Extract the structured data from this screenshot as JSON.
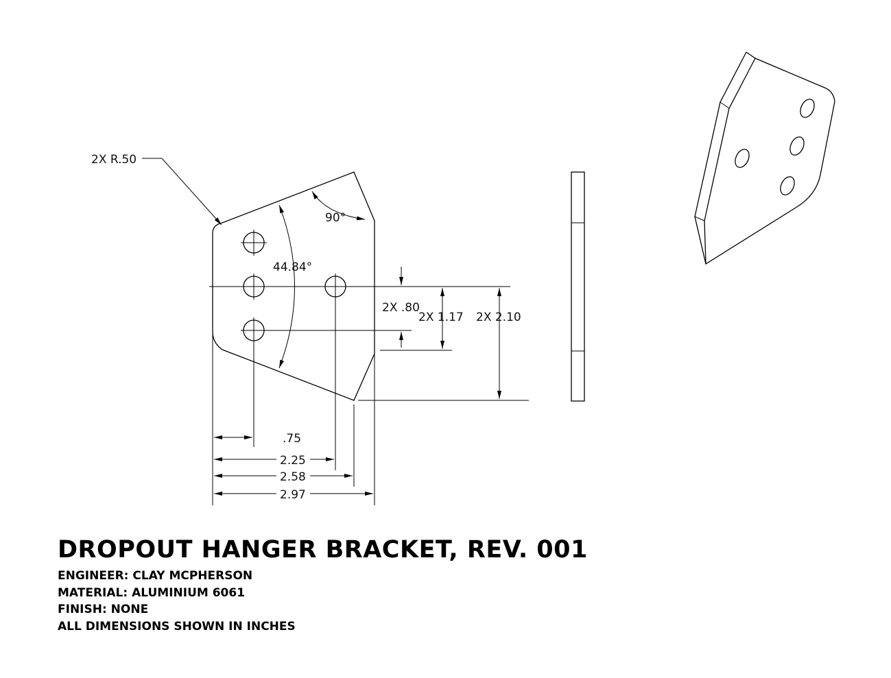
{
  "title": "DROPOUT HANGER BRACKET, REV. 001",
  "info": {
    "engineer": "ENGINEER: CLAY MCPHERSON",
    "material": "MATERIAL: ALUMINIUM 6061",
    "finish": "FINISH: NONE",
    "units": "ALL DIMENSIONS SHOWN IN INCHES"
  },
  "dims": {
    "radius": "2X R.50",
    "angle_90": "90°",
    "angle_4484": "44.84°",
    "v_080": "2X .80",
    "v_117": "2X 1.17",
    "v_210": "2X 2.10",
    "h_075": ".75",
    "h_225": "2.25",
    "h_258": "2.58",
    "h_297": "2.97"
  }
}
